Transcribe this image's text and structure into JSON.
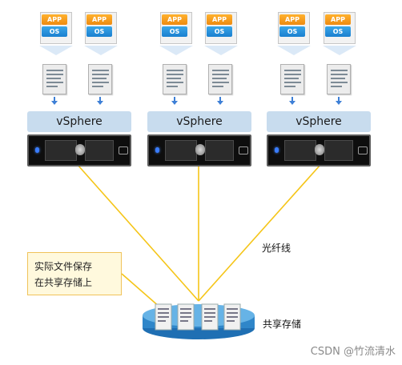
{
  "vm": {
    "app_label": "APP",
    "os_label": "OS"
  },
  "hosts": [
    {
      "label": "vSphere"
    },
    {
      "label": "vSphere"
    },
    {
      "label": "vSphere"
    }
  ],
  "fiber_label": "光纤线",
  "storage_label": "共享存储",
  "note": {
    "line1": "实际文件保存",
    "line2": "在共享存储上"
  },
  "watermark": "CSDN @竹流清水",
  "colors": {
    "app": "#ee8a10",
    "os": "#1a7fd0",
    "vsphere_band": "#c8dcee",
    "fiber_line": "#f5c518",
    "storage": "#2f86c9",
    "note_border": "#f0c35a"
  }
}
